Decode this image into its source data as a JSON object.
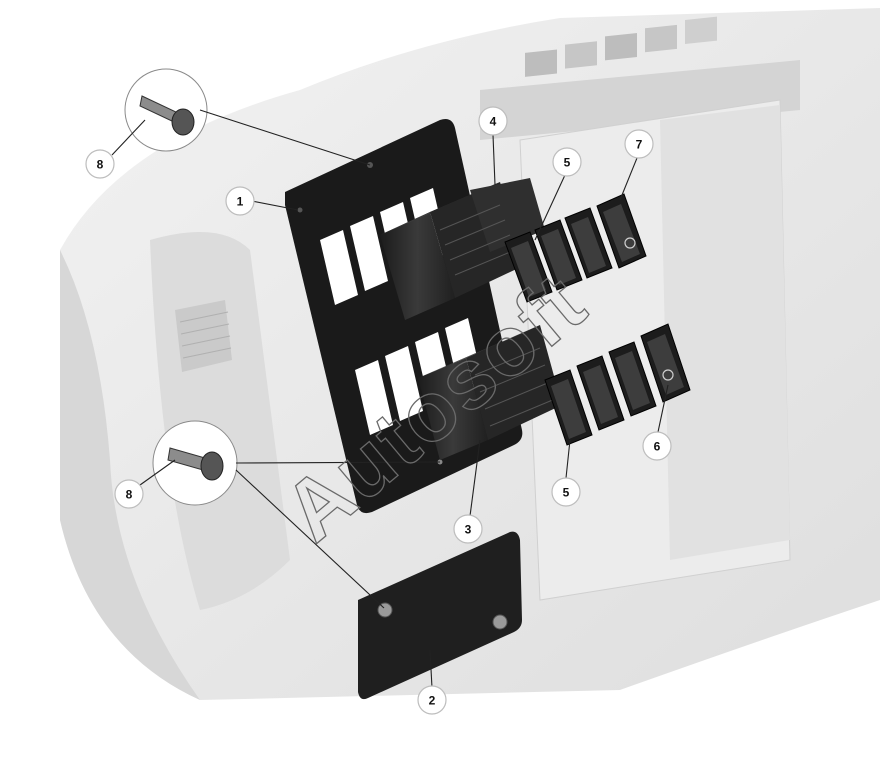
{
  "callouts": [
    {
      "id": "c1",
      "label": "1"
    },
    {
      "id": "c2",
      "label": "2"
    },
    {
      "id": "c3",
      "label": "3"
    },
    {
      "id": "c4",
      "label": "4"
    },
    {
      "id": "c5a",
      "label": "5"
    },
    {
      "id": "c5b",
      "label": "5"
    },
    {
      "id": "c6",
      "label": "6"
    },
    {
      "id": "c7",
      "label": "7"
    },
    {
      "id": "c8a",
      "label": "8"
    },
    {
      "id": "c8b",
      "label": "8"
    }
  ],
  "watermark": "Autosoft",
  "colors": {
    "background": "#ffffff",
    "dashboard": "#e6e6e6",
    "panel": "#1a1a1a",
    "switch_body": "#2b2b2b",
    "slot": "#ffffff"
  }
}
